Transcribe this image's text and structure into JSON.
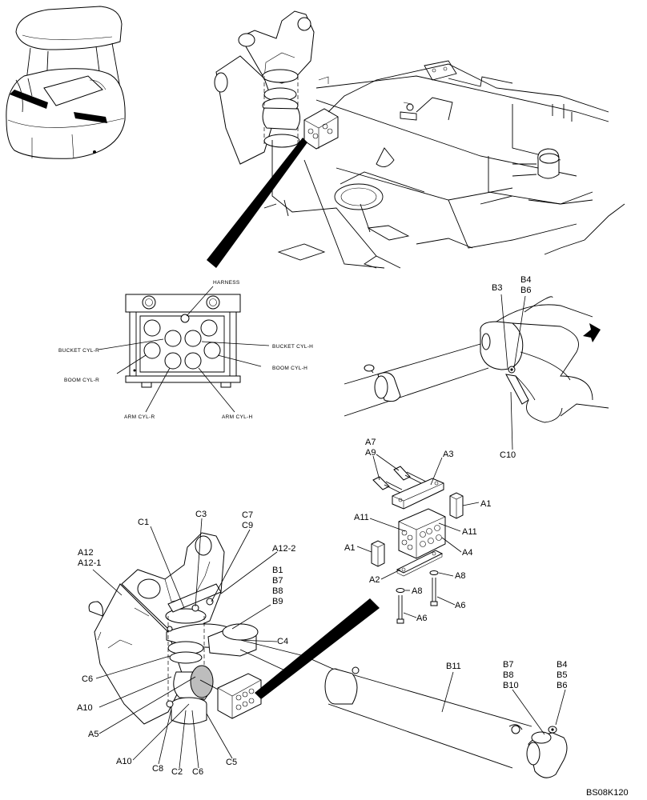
{
  "drawing_id": "BS08K120",
  "connector_callouts": {
    "harness": "HARNESS",
    "bucket_cyl_r": "BUCKET CYL-R",
    "bucket_cyl_h": "BUCKET CYL-H",
    "boom_cyl_r": "BOOM CYL-R",
    "boom_cyl_h": "BOOM CYL-H",
    "arm_cyl_r": "ARM CYL-R",
    "arm_cyl_h": "ARM CYL-H"
  },
  "detail_labels": {
    "b3": "B3",
    "b4": "B4",
    "b6": "B6",
    "c10": "C10"
  },
  "block_labels": {
    "a7": "A7",
    "a9": "A9",
    "a3": "A3",
    "a1_right": "A1",
    "a11_left": "A11",
    "a11_right": "A11",
    "a1_left": "A1",
    "a4": "A4",
    "a2": "A2",
    "a8_right": "A8",
    "a8_left": "A8",
    "a6_right": "A6",
    "a6_left": "A6"
  },
  "assembly_labels": {
    "c1": "C1",
    "c3": "C3",
    "c7": "C7",
    "c9": "C9",
    "a12": "A12",
    "a12_1": "A12-1",
    "a12_2": "A12-2",
    "b1": "B1",
    "b7": "B7",
    "b8": "B8",
    "b9": "B9",
    "c4": "C4",
    "c6_left": "C6",
    "a10_upper": "A10",
    "a5": "A5",
    "a10_lower": "A10",
    "c8": "C8",
    "c2": "C2",
    "c6_lower": "C6",
    "c5": "C5",
    "b11": "B11",
    "b7_rod": "B7",
    "b8_rod": "B8",
    "b10_rod": "B10",
    "b4_rod": "B4",
    "b5_rod": "B5",
    "b6_rod": "B6"
  }
}
